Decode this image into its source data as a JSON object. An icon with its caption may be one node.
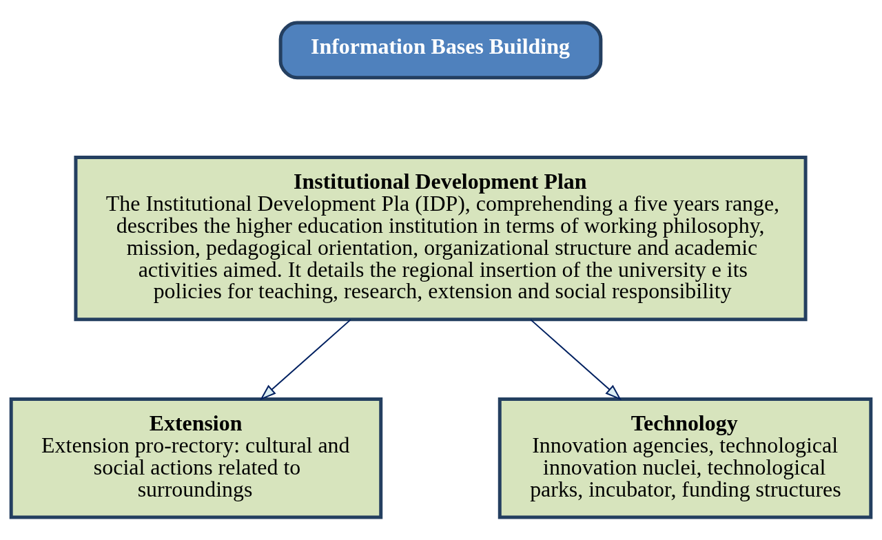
{
  "diagram": {
    "nodes": [
      {
        "text": [
          "Information Bases Building"
        ]
      },
      {
        "text": [
          "Institutional Development Plan",
          "The Institutional Development Pla (IDP), comprehending a five years range, describes the higher education institution in terms of working philosophy, mission, pedagogical orientation, organizational structure and academic activities aimed. It details the regional insertion of the university e its policies for teaching, research, extension and social responsibility"
        ]
      },
      {
        "text": [
          "Extension",
          "Extension pro-rectory: cultural and social actions related to surroundings"
        ]
      },
      {
        "text": [
          "Technology",
          "Innovation agencies, technological innovation nuclei, technological parks, incubator, funding structures"
        ]
      }
    ],
    "edges": [
      {
        "from": 1,
        "to": 2,
        "arrow": "to"
      },
      {
        "from": 1,
        "to": 3,
        "arrow": "to"
      }
    ]
  }
}
